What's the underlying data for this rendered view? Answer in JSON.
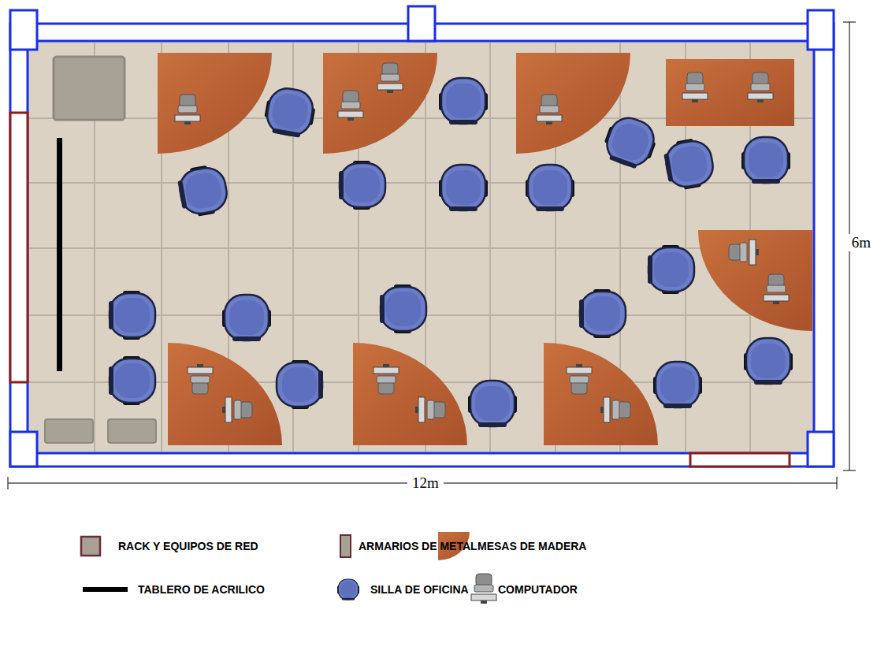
{
  "diagram": {
    "labels": [
      "6m",
      "12m"
    ],
    "legend": [
      {
        "text": "RACK Y EQUIPOS DE RED"
      },
      {
        "text": "ARMARIOS DE METAL"
      },
      {
        "text": "MESAS DE MADERA"
      },
      {
        "text": "TABLERO DE ACRILICO"
      },
      {
        "text": "SILLA DE OFICINA"
      },
      {
        "text": "COMPUTADOR"
      }
    ]
  }
}
